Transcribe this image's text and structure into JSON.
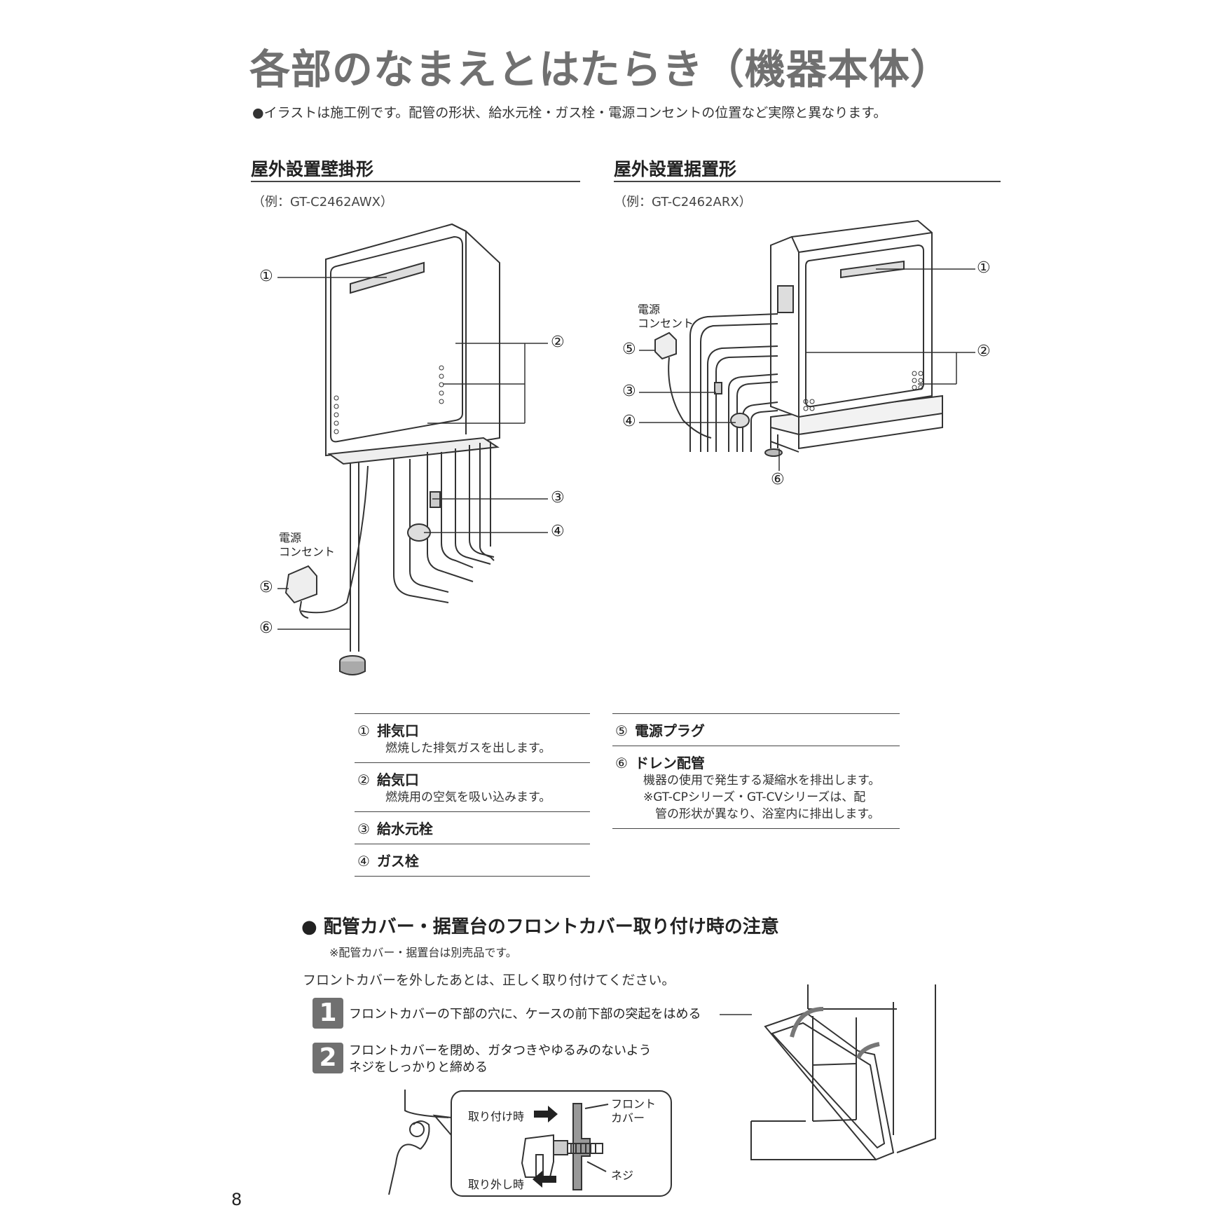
{
  "page": {
    "title": "各部のなまえとはたらき（機器本体）",
    "note": "●イラストは施工例です。配管の形状、給水元栓・ガス栓・電源コンセントの位置など実際と異なります。",
    "page_number": "8"
  },
  "wall_section": {
    "heading": "屋外設置壁掛形",
    "example": "（例：GT-C2462AWX）",
    "power_label_1": "電源",
    "power_label_2": "コンセント",
    "callouts": [
      "①",
      "②",
      "③",
      "④",
      "⑤",
      "⑥"
    ]
  },
  "floor_section": {
    "heading": "屋外設置据置形",
    "example": "（例：GT-C2462ARX）",
    "power_label_1": "電源",
    "power_label_2": "コンセント",
    "callouts": [
      "①",
      "②",
      "③",
      "④",
      "⑤",
      "⑥"
    ]
  },
  "parts_left": [
    {
      "num": "①",
      "name": "排気口",
      "desc": [
        "燃焼した排気ガスを出します。"
      ]
    },
    {
      "num": "②",
      "name": "給気口",
      "desc": [
        "燃焼用の空気を吸い込みます。"
      ]
    },
    {
      "num": "③",
      "name": "給水元栓",
      "desc": []
    },
    {
      "num": "④",
      "name": "ガス栓",
      "desc": []
    }
  ],
  "parts_right": [
    {
      "num": "⑤",
      "name": "電源プラグ",
      "desc": []
    },
    {
      "num": "⑥",
      "name": "ドレン配管",
      "desc": [
        "機器の使用で発生する凝縮水を排出します。",
        "※GT-CPシリーズ・GT-CVシリーズは、配",
        "　管の形状が異なり、浴室内に排出します。"
      ]
    }
  ],
  "caution": {
    "heading": "● 配管カバー・据置台のフロントカバー取り付け時の注意",
    "sub": "※配管カバー・据置台は別売品です。",
    "lead": "フロントカバーを外したあとは、正しく取り付けてください。",
    "step1_num": "1",
    "step1_text": "フロントカバーの下部の穴に、ケースの前下部の突起をはめる",
    "step2_num": "2",
    "step2_text_1": "フロントカバーを閉め、ガタつきやゆるみのないよう",
    "step2_text_2": "ネジをしっかりと締める",
    "detail_attach": "取り付け時",
    "detail_remove": "取り外し時",
    "detail_front_1": "フロント",
    "detail_front_2": "カバー",
    "detail_screw": "ネジ"
  }
}
